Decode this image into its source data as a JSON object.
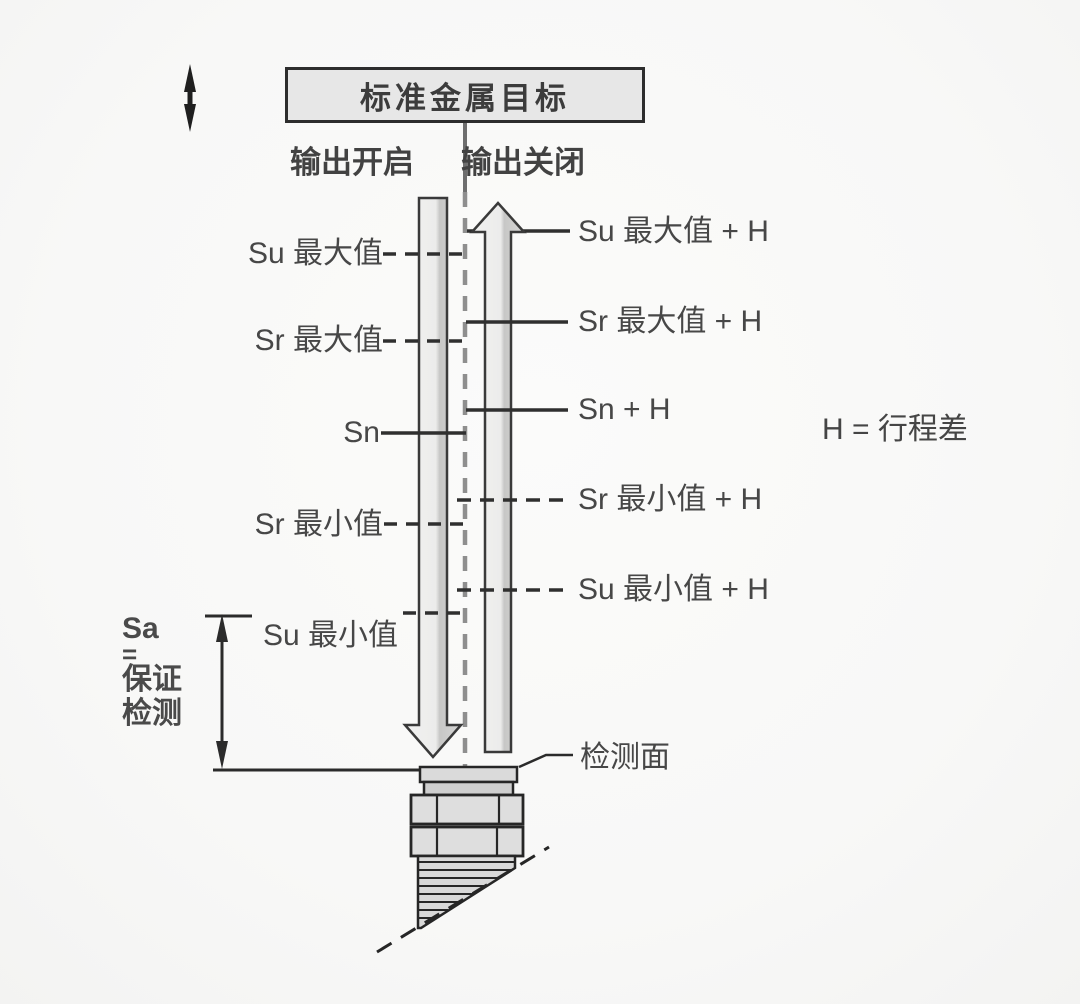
{
  "title_box": {
    "label": "标准金属目标"
  },
  "columns": {
    "output_on": "输出开启",
    "output_off": "输出关闭"
  },
  "left_scale": {
    "su_max": "Su 最大值",
    "sr_max": "Sr 最大值",
    "sn": "Sn",
    "sr_min": "Sr 最小值",
    "su_min": "Su 最小值"
  },
  "right_scale": {
    "su_max_h": "Su 最大值 + H",
    "sr_max_h": "Sr 最大值 + H",
    "sn_h": "Sn + H",
    "sr_min_h": "Sr 最小值 + H",
    "su_min_h": "Su 最小值 + H"
  },
  "notes": {
    "hysteresis": "H = 行程差",
    "sensing_face": "检测面",
    "sa": {
      "symbol": "Sa",
      "equals": "=",
      "word1": "保证",
      "word2": "检测"
    }
  },
  "colors": {
    "line": "#2f2f2f",
    "box_fill": "#e7e7e7",
    "arrow_fill": "#ececeb",
    "arrow_shade": "#c7c7c6",
    "sensor_fill": "#dedede",
    "background": "#f9f9f8",
    "text": "#474747"
  }
}
